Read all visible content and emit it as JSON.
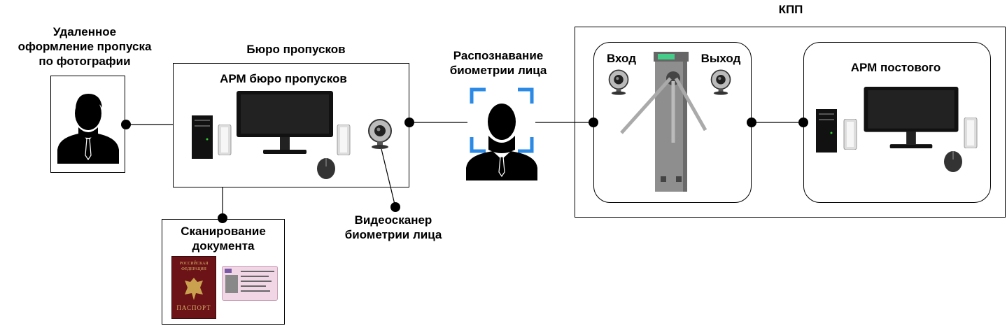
{
  "remote": {
    "title_lines": [
      "Удаленное",
      "оформление пропуска",
      "по фотографии"
    ]
  },
  "bureau": {
    "title": "Бюро пропусков",
    "workstation": "АРМ бюро пропусков"
  },
  "recognition": {
    "title_lines": [
      "Распознавание",
      "биометрии лица"
    ]
  },
  "scanner": {
    "title_lines": [
      "Видеосканер",
      "биометрии  лица"
    ]
  },
  "document": {
    "title_lines": [
      "Сканирование",
      "документа"
    ],
    "passport_top": [
      "РОССИЙСКАЯ",
      "ФЕДЕРАЦИЯ"
    ],
    "passport_bottom": "ПАСПОРТ"
  },
  "checkpoint": {
    "title": "КПП",
    "entry": "Вход",
    "exit": "Выход",
    "guard_workstation": "АРМ постового"
  }
}
